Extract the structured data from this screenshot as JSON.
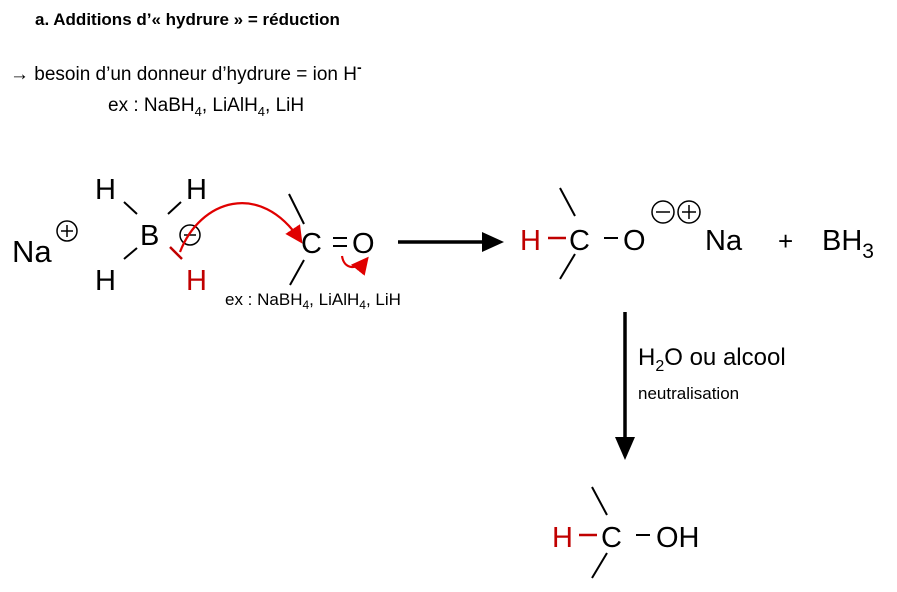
{
  "title": "a. Additions d’« hydrure » = réduction",
  "intro": {
    "line1": "→ besoin d’un donneur d’hydrure = ion H",
    "line1_sup": "-",
    "ex_prefix": "ex : NaBH",
    "ex_sub1": "4",
    "ex_mid": ", LiAlH",
    "ex_sub2": "4",
    "ex_end": ", LiH"
  },
  "reactants": {
    "na": "Na",
    "h": "H",
    "b": "B",
    "c": "C",
    "o": "O",
    "example": {
      "prefix": "ex : NaBH",
      "sub1": "4",
      "mid": ", LiAlH",
      "sub2": "4",
      "end": ", LiH"
    }
  },
  "product": {
    "h": "H",
    "c": "C",
    "o": "O",
    "na": "Na",
    "plus": "+",
    "bh": "BH",
    "bh_sub": "3"
  },
  "step2": {
    "reagent_a": "H",
    "reagent_sub": "2",
    "reagent_b": "O ou alcool",
    "note": "neutralisation"
  },
  "final": {
    "h": "H",
    "c": "C",
    "oh": "OH"
  },
  "colors": {
    "highlight": "#c00000",
    "ink": "#000000"
  }
}
